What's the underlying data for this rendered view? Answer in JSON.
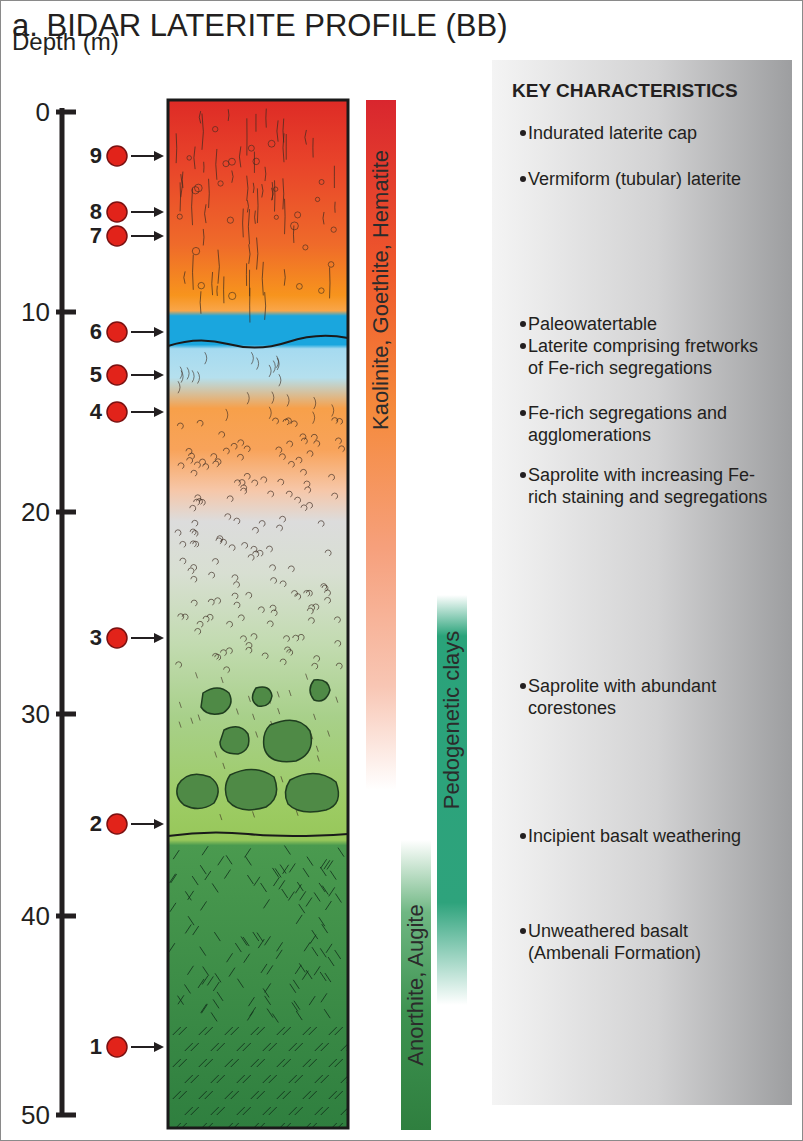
{
  "diagram": {
    "title": "a. BIDAR LATERITE PROFILE (BB)",
    "nodes": [
      {
        "text": [
          "KEY CHARACTERISTICS",
          "Indurated laterite cap",
          "Vermiform (tubular) laterite",
          "Paleowatertable",
          "Laterite comprising fretworks of Fe-rich segregations",
          "Fe-rich segregations and agglomerations",
          "Saprolite with increasing Fe-rich staining and segregations",
          "Saprolite with abundant corestones",
          "Incipient basalt weathering",
          "Unweathered basalt (Ambenali Formation)"
        ]
      },
      {
        "text": [
          "Kaolinite, Goethite, Hematite"
        ]
      },
      {
        "text": [
          "Pedogenetic clays"
        ]
      },
      {
        "text": [
          "Anorthite, Augite"
        ]
      }
    ],
    "labels": [
      "Depth (m)",
      "0",
      "10",
      "20",
      "30",
      "40",
      "50",
      "9",
      "8",
      "7",
      "6",
      "5",
      "4",
      "3",
      "2",
      "1"
    ]
  }
}
